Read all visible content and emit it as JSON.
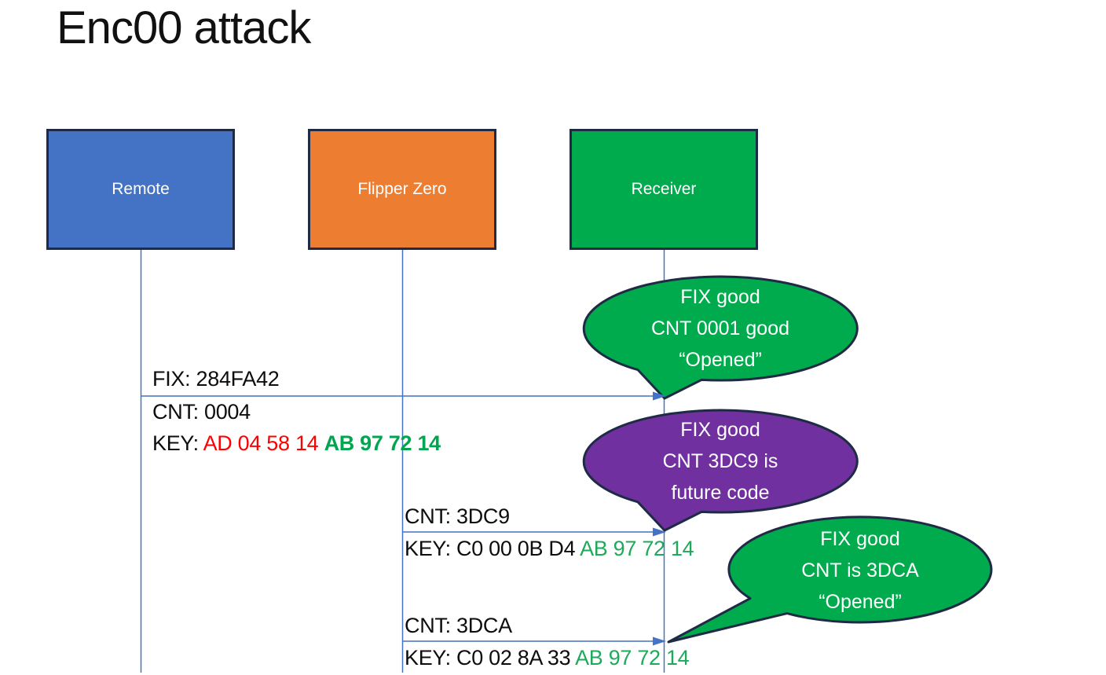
{
  "title": "Enc00 attack",
  "actors": [
    {
      "label": "Remote",
      "fill": "#4472C4"
    },
    {
      "label": "Flipper Zero",
      "fill": "#ED7D31"
    },
    {
      "label": "Receiver",
      "fill": "#00AB4E"
    }
  ],
  "messages": {
    "m1": {
      "fix": "FIX: 284FA42",
      "cnt": "CNT: 0004",
      "key_prefix": "KEY: ",
      "key_red": "AD 04 58 14 ",
      "key_green": "AB 97 72 14"
    },
    "m2": {
      "cnt": "CNT: 3DC9",
      "key_prefix": "KEY: ",
      "key_black": "C0 00 0B D4 ",
      "key_green": "AB 97 72 14"
    },
    "m3": {
      "cnt": "CNT: 3DCA",
      "key_prefix": "KEY: ",
      "key_black": "C0 02 8A 33 ",
      "key_green": "AB 97 72 14"
    }
  },
  "callouts": [
    {
      "lines": [
        "FIX good",
        "CNT 0001 good",
        "“Opened”"
      ],
      "fill": "#00AB4E"
    },
    {
      "lines": [
        "FIX good",
        "CNT 3DC9 is",
        "future code"
      ],
      "fill": "#7030A0"
    },
    {
      "lines": [
        "FIX good",
        "CNT is 3DCA",
        "“Opened”"
      ],
      "fill": "#00AB4E"
    }
  ],
  "colors": {
    "actor_blue": "#4472C4",
    "actor_orange": "#ED7D31",
    "actor_green": "#00AB4E",
    "callout_green": "#00AB4E",
    "callout_purple": "#7030A0",
    "outline_navy": "#1F2A44",
    "connector_blue": "#4472C4",
    "key_red_text": "#FF0000",
    "key_green_bold_text": "#00A64F",
    "key_green_text": "#1EA95B"
  }
}
